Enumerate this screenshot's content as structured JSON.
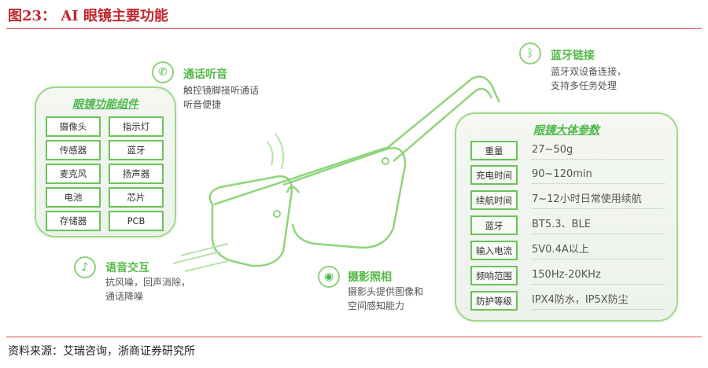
{
  "title": "图23： AI 眼镜主要功能",
  "components": {
    "title": "眼镜功能组件",
    "items": [
      "摄像头",
      "指示灯",
      "传感器",
      "蓝牙",
      "麦克风",
      "扬声器",
      "电池",
      "芯片",
      "存储器",
      "PCB"
    ]
  },
  "params": {
    "title": "眼镜大体参数",
    "rows": [
      {
        "label": "重量",
        "value": "27~50g"
      },
      {
        "label": "充电时间",
        "value": "90~120min"
      },
      {
        "label": "续航时间",
        "value": "7~12小时日常使用续航"
      },
      {
        "label": "蓝牙",
        "value": "BT5.3、BLE"
      },
      {
        "label": "输入电流",
        "value": "5V0.4A以上"
      },
      {
        "label": "频响范围",
        "value": "150Hz-20KHz"
      },
      {
        "label": "防护等级",
        "value": "IPX4防水，IP5X防尘"
      }
    ]
  },
  "features": {
    "call": {
      "name": "通话听音",
      "desc1": "触控镜脚接听通话",
      "desc2": "听音便捷"
    },
    "bluetooth": {
      "name": "蓝牙链接",
      "desc1": "蓝牙双设备连接，",
      "desc2": "支持多任务处理"
    },
    "voice": {
      "name": "语音交互",
      "desc1": "抗风噪，回声消除，",
      "desc2": "通话降噪"
    },
    "camera": {
      "name": "摄影照相",
      "desc1": "摄影头提供图像和",
      "desc2": "空间感知能力"
    }
  },
  "source": "资料来源：艾瑞咨询，浙商证券研究所",
  "colors": {
    "accent": "#4db84a",
    "title": "#c0272d"
  }
}
